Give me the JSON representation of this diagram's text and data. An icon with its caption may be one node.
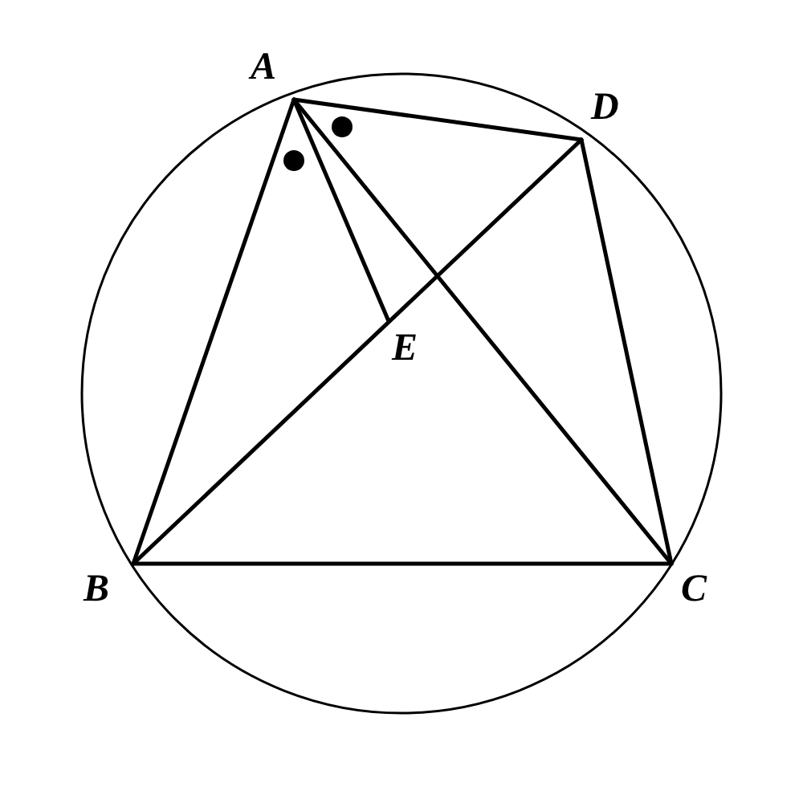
{
  "diagram": {
    "nodes": [
      {
        "text": [
          "A"
        ]
      },
      {
        "text": [
          "D"
        ]
      },
      {
        "text": [
          "E"
        ]
      },
      {
        "text": [
          "B"
        ]
      },
      {
        "text": [
          "C"
        ]
      }
    ],
    "edges": [
      {
        "from": 0,
        "to": 3,
        "arrow": "none"
      },
      {
        "from": 0,
        "to": 4,
        "arrow": "none"
      },
      {
        "from": 0,
        "to": 1,
        "arrow": "none"
      },
      {
        "from": 0,
        "to": 2,
        "arrow": "none"
      },
      {
        "from": 3,
        "to": 4,
        "arrow": "none"
      },
      {
        "from": 3,
        "to": 1,
        "arrow": "none"
      },
      {
        "from": 1,
        "to": 4,
        "arrow": "none"
      }
    ]
  }
}
